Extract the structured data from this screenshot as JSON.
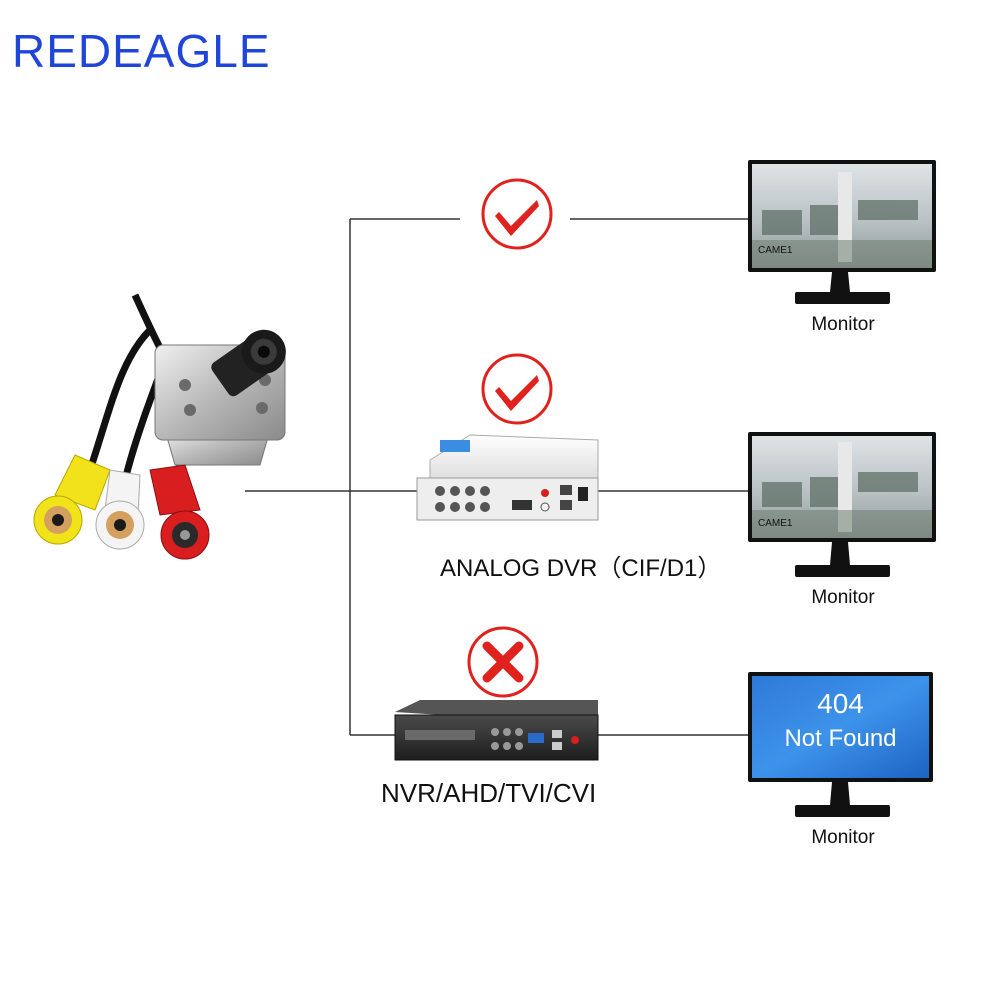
{
  "brand": {
    "name": "REDEAGLE",
    "color": "#1f46d8"
  },
  "camera": {
    "icon": "mini-analog-camera-with-rca-connectors",
    "connector_colors": [
      "#f2e21a",
      "#f2f2f2",
      "#d81e1e"
    ]
  },
  "paths": [
    {
      "id": "direct",
      "status": "check-icon",
      "status_color": "#e0211d",
      "device": null,
      "monitor": {
        "caption": "CAME1",
        "label": "Monitor"
      }
    },
    {
      "id": "analog-dvr",
      "status": "check-icon",
      "status_color": "#e0211d",
      "device": {
        "label": "ANALOG DVR（CIF/D1）"
      },
      "monitor": {
        "caption": "CAME1",
        "label": "Monitor"
      }
    },
    {
      "id": "nvr",
      "status": "x-icon",
      "status_color": "#e0211d",
      "device": {
        "label": "NVR/AHD/TVI/CVI"
      },
      "monitor": {
        "screen_code": "404",
        "screen_message": "Not Found",
        "label": "Monitor"
      }
    }
  ]
}
